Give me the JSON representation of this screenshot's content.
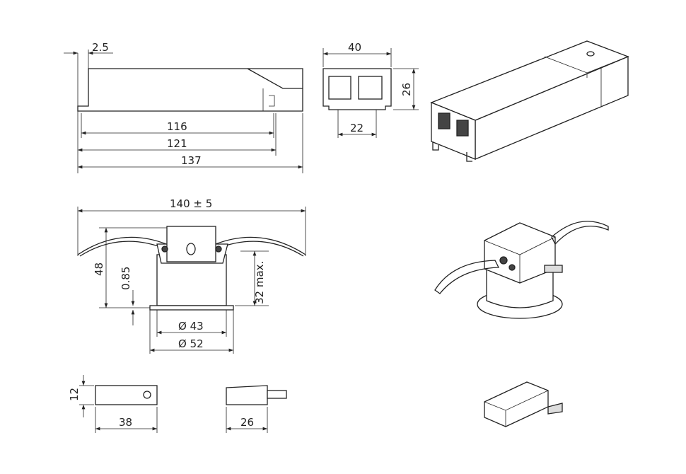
{
  "driver_views": {
    "side_offset": "2.5",
    "front_width": "40",
    "front_height": "26",
    "length_116": "116",
    "length_121": "121",
    "length_137": "137",
    "front_spacing": "22"
  },
  "downlight_views": {
    "wire_span": "140 ± 5",
    "total_height": "48",
    "flange_thickness": "0.85",
    "recess_depth": "32 max.",
    "body_diameter": "Ø 43",
    "flange_diameter": "Ø 52"
  },
  "connector_views": {
    "height": "12",
    "length": "38",
    "side_length": "26"
  }
}
